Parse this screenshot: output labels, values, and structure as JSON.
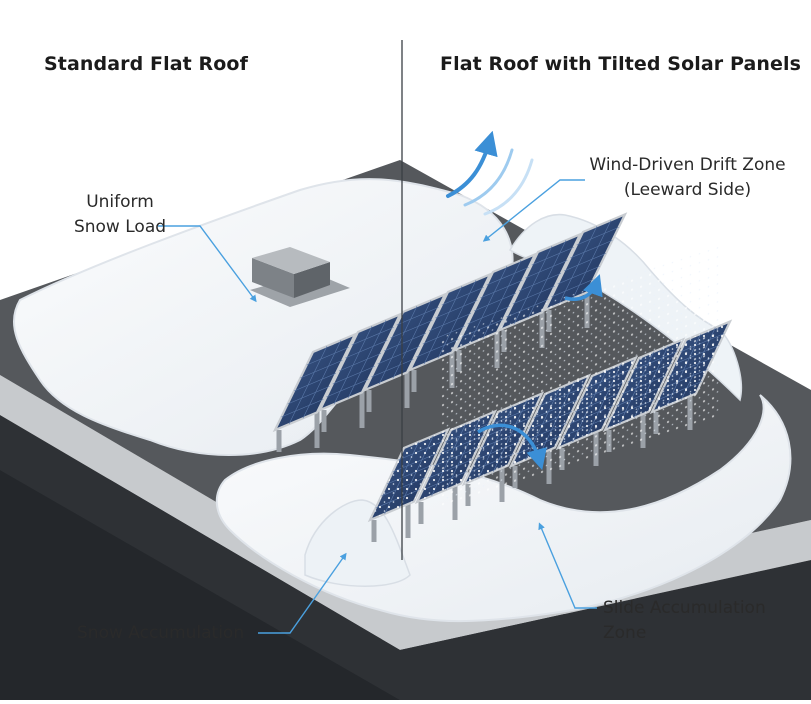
{
  "headings": {
    "left": "Standard Flat Roof",
    "right": "Flat Roof with Tilted Solar Panels"
  },
  "labels": {
    "uniform_snow_load": [
      "Uniform",
      "Snow Load"
    ],
    "wind_drift_zone": [
      "Wind-Driven Drift Zone",
      "(Leeward Side)"
    ],
    "snow_accumulation": "Snow Accumulation",
    "slide_accumulation_zone": [
      "Slide Accumulation",
      "Zone"
    ]
  },
  "colors": {
    "roof_membrane": "#55585c",
    "parapet_light": "#c9cccf",
    "parapet_dark": "#2e3135",
    "snow": "#f3f6f9",
    "panel": "#283f66",
    "panel_frame": "#c8ccd1",
    "wind_arrow": "#3b8fd6",
    "leader_line": "#4aa0df",
    "divider": "#3a3f44"
  },
  "icons": [
    "wind-arrow-icon",
    "rooftop-hvac-unit",
    "solar-panel"
  ]
}
